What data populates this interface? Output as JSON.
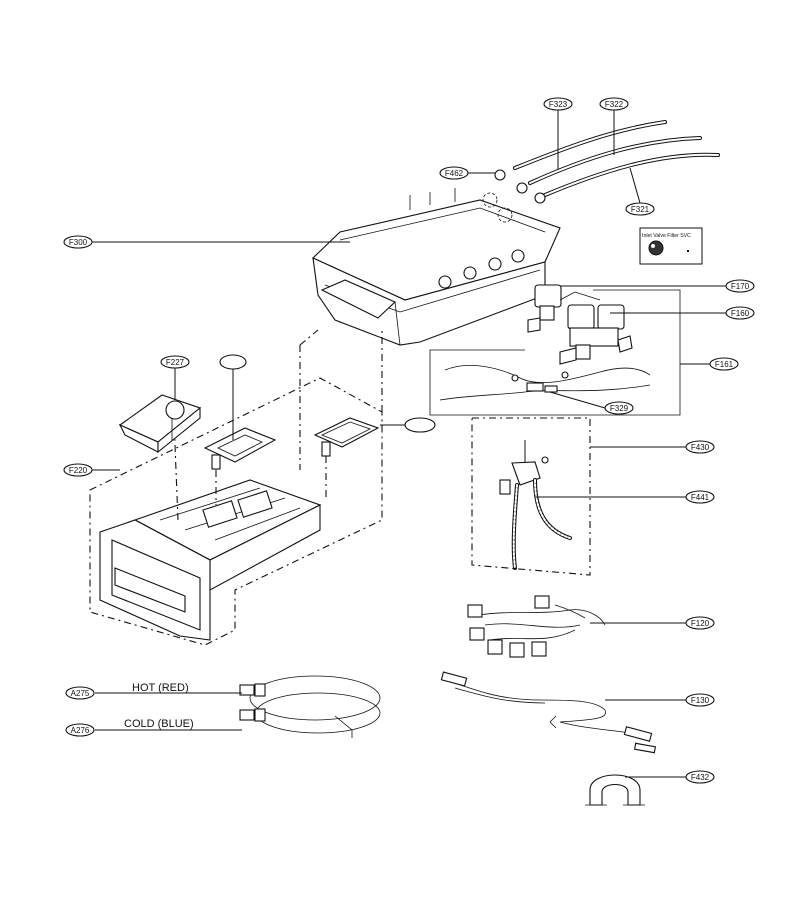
{
  "callouts": {
    "F323": "F323",
    "F322": "F322",
    "F462": "F462",
    "F321": "F321",
    "F300": "F300",
    "F170": "F170",
    "F160": "F160",
    "F161": "F161",
    "F227": "F227",
    "F329": "F329",
    "F220": "F220",
    "F430": "F430",
    "F441": "F441",
    "F120": "F120",
    "F130": "F130",
    "F432": "F432",
    "A275": "A275",
    "A276": "A276"
  },
  "wire_labels": {
    "hot": "HOT (RED)",
    "cold": "COLD (BLUE)"
  },
  "notice": {
    "title": "Inlet Valve Filter SVC"
  }
}
